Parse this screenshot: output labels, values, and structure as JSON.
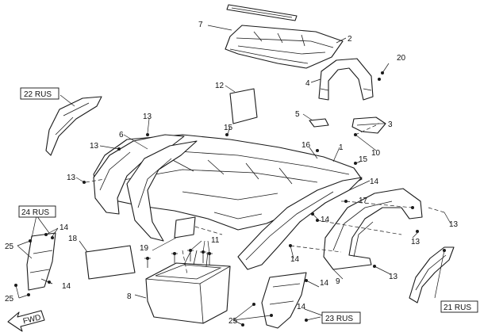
{
  "callouts": {
    "c1": "1",
    "c2": "2",
    "c3": "3",
    "c4": "4",
    "c5": "5",
    "c6": "6",
    "c7": "7",
    "c8": "8",
    "c9": "9",
    "c10": "10",
    "c11": "11",
    "c12": "12",
    "c13": "13",
    "c14": "14",
    "c15": "15",
    "c16": "16",
    "c17": "17",
    "c18": "18",
    "c19": "19",
    "c20": "20",
    "c25": "25"
  },
  "kit_labels": {
    "k21": "21 RUS",
    "k22": "22 RUS",
    "k23": "23 RUS",
    "k24": "24 RUS"
  },
  "direction_label": "FWD"
}
